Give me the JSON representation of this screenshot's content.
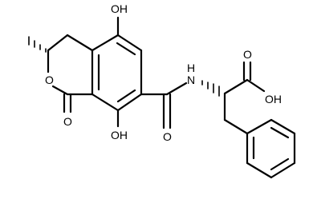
{
  "molecule": {
    "atom_labels": {
      "hydroxyl_top": "OH",
      "hydroxyl_bottom": "OH",
      "ring_oxygen": "O",
      "lactone_carbonyl_oxygen": "O",
      "amide_carbonyl_oxygen": "O",
      "amide_nitrogen": "N",
      "amide_hydrogen": "H",
      "acid_carbonyl_oxygen": "O",
      "acid_hydroxyl": "OH"
    },
    "stereo": {
      "methyl_bond": "hashed-wedge",
      "alpha_carbon_bond": "hashed-wedge"
    },
    "colors": {
      "bond": "#000000",
      "label": "#000000",
      "background": "#ffffff"
    }
  }
}
